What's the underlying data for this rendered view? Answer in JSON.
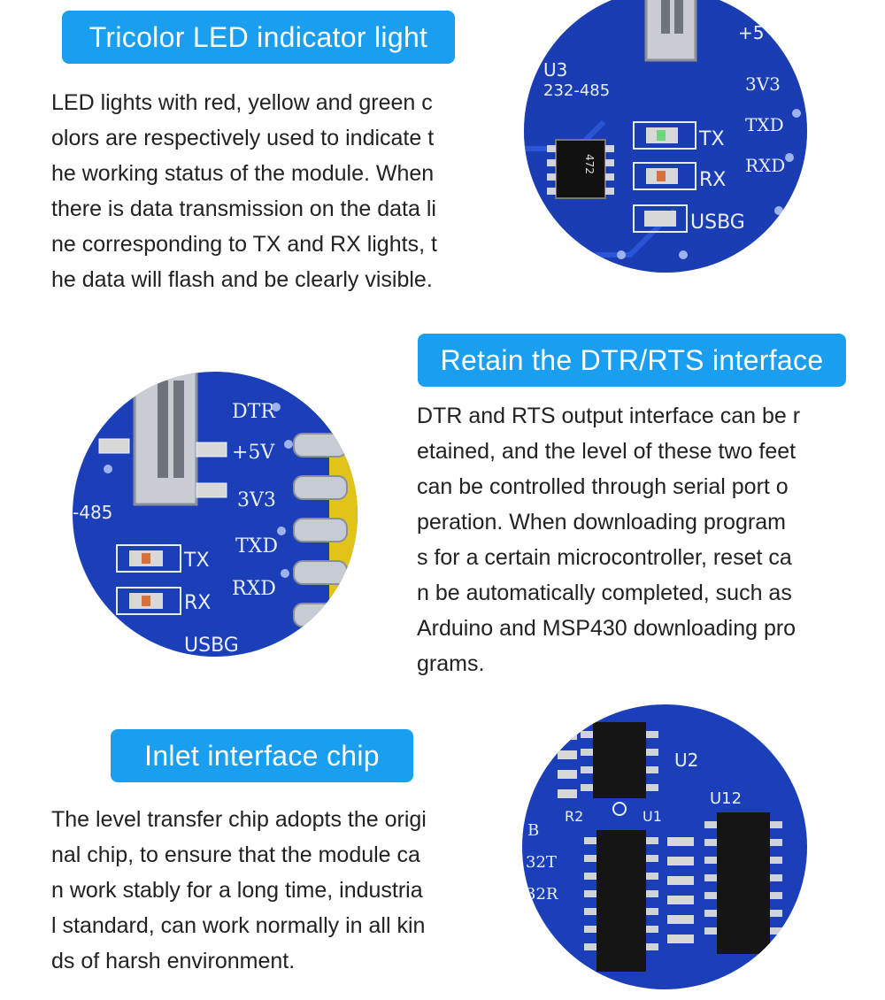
{
  "sections": [
    {
      "title": "Tricolor LED indicator light",
      "lines": [
        "LED lights with red, yellow and green c",
        "olors are respectively used to indicate t",
        "he working status of the module. When",
        "there is data transmission on the data li",
        "ne corresponding to TX and RX lights, t",
        "he data will flash and be clearly visible."
      ],
      "board_labels": [
        "U3",
        "232-485",
        "+5",
        "3V3",
        "TX",
        "TXD",
        "RX",
        "RXD",
        "USBG",
        "472"
      ]
    },
    {
      "title": "Retain the DTR/RTS interface",
      "lines": [
        "DTR and RTS output interface can be r",
        "etained, and the level of these two feet",
        "can be controlled through serial port o",
        "peration. When downloading program",
        "s for a certain microcontroller, reset ca",
        "n be automatically completed, such as",
        "Arduino and MSP430 downloading pro",
        "grams."
      ],
      "board_labels": [
        "DTR",
        "+5V",
        "3V3",
        "-485",
        "TX",
        "TXD",
        "RX",
        "RXD",
        "USBG"
      ]
    },
    {
      "title": "Inlet interface chip",
      "lines": [
        "The level transfer chip adopts the origi",
        "nal chip, to ensure that the module ca",
        "n work stably for a long time, industria",
        "l standard, can work normally in all kin",
        "ds of harsh environment."
      ],
      "board_labels": [
        "U2",
        "U12",
        "R2",
        "U1",
        "B",
        "32T",
        "32R"
      ]
    }
  ],
  "colors": {
    "badge": "#1a9ff0",
    "board": "#1b3fb8",
    "board_dark": "#0d2a86",
    "silkscreen": "#e8eefc"
  }
}
